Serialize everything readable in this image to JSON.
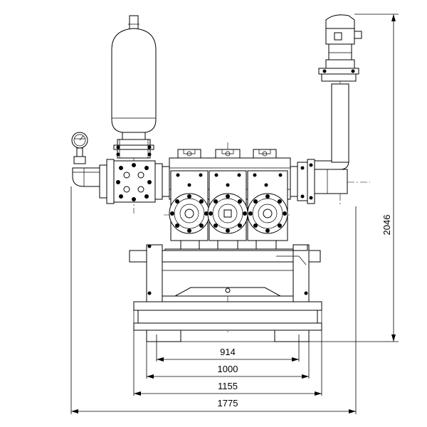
{
  "dimensions": {
    "width_914": "914",
    "width_1000": "1000",
    "width_1155": "1155",
    "width_1775": "1775",
    "height_2046": "2046"
  }
}
